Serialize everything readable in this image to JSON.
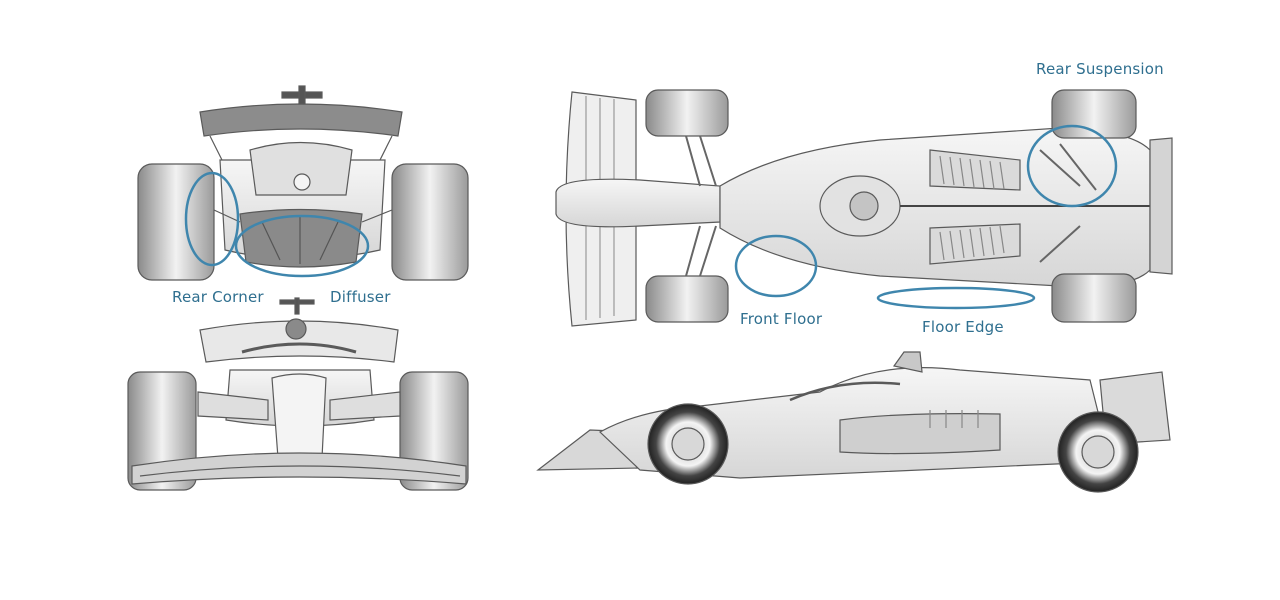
{
  "colors": {
    "callout": "#3f86ad",
    "label": "#2f6f8f",
    "line": "#5a5a5a",
    "fill": "#eeeeee",
    "dark": "#7a7a7a"
  },
  "views": {
    "rear": {
      "name": "rear-view"
    },
    "front": {
      "name": "front-view"
    },
    "top": {
      "name": "top-view"
    },
    "side": {
      "name": "side-view"
    }
  },
  "callouts": {
    "rear_corner": "Rear Corner",
    "diffuser": "Diffuser",
    "rear_suspension": "Rear Suspension",
    "front_floor": "Front Floor",
    "floor_edge": "Floor Edge"
  }
}
